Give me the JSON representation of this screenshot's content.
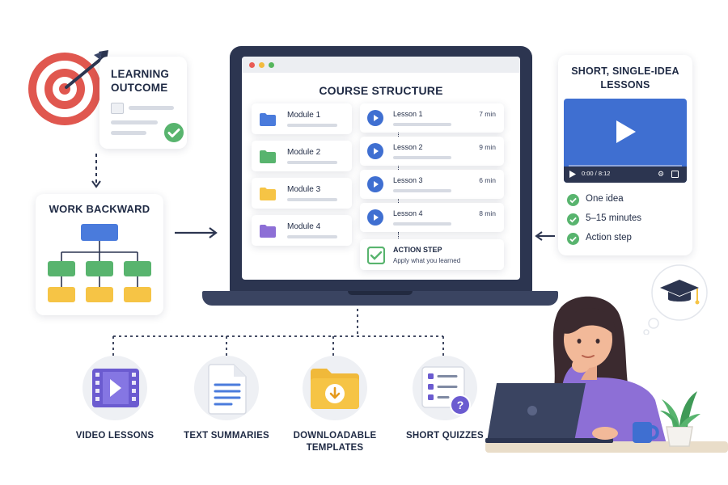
{
  "learning_outcome": {
    "title_line1": "LEARNING",
    "title_line2": "OUTCOME"
  },
  "work_backward": {
    "title": "WORK BACKWARD"
  },
  "course": {
    "title": "COURSE STRUCTURE",
    "modules": [
      {
        "label": "Module 1",
        "color": "#4a7bdc"
      },
      {
        "label": "Module 2",
        "color": "#58b46e"
      },
      {
        "label": "Module 3",
        "color": "#f6c445"
      },
      {
        "label": "Module 4",
        "color": "#8d6fd6"
      }
    ],
    "lessons": [
      {
        "label": "Lesson 1",
        "duration": "7 min"
      },
      {
        "label": "Lesson 2",
        "duration": "9 min"
      },
      {
        "label": "Lesson 3",
        "duration": "6 min"
      },
      {
        "label": "Lesson 4",
        "duration": "8 min"
      }
    ],
    "action_step": {
      "title": "ACTION STEP",
      "subtitle": "Apply what you learned"
    }
  },
  "short_lessons": {
    "title_line1": "SHORT, SINGLE-IDEA",
    "title_line2": "LESSONS",
    "video_time": "0:00 / 8:12",
    "checklist": [
      "One idea",
      "5–15 minutes",
      "Action step"
    ]
  },
  "resources": [
    {
      "label_line1": "VIDEO LESSONS",
      "label_line2": "",
      "icon": "video-icon"
    },
    {
      "label_line1": "TEXT SUMMARIES",
      "label_line2": "",
      "icon": "document-icon"
    },
    {
      "label_line1": "DOWNLOADABLE",
      "label_line2": "TEMPLATES",
      "icon": "folder-download-icon"
    },
    {
      "label_line1": "SHORT QUIZZES",
      "label_line2": "",
      "icon": "quiz-icon"
    }
  ],
  "colors": {
    "blue": "#4a7bdc",
    "green": "#58b46e",
    "yellow": "#f6c445",
    "purple": "#8d6fd6",
    "navy": "#2c3550",
    "target_red": "#e0574f"
  }
}
